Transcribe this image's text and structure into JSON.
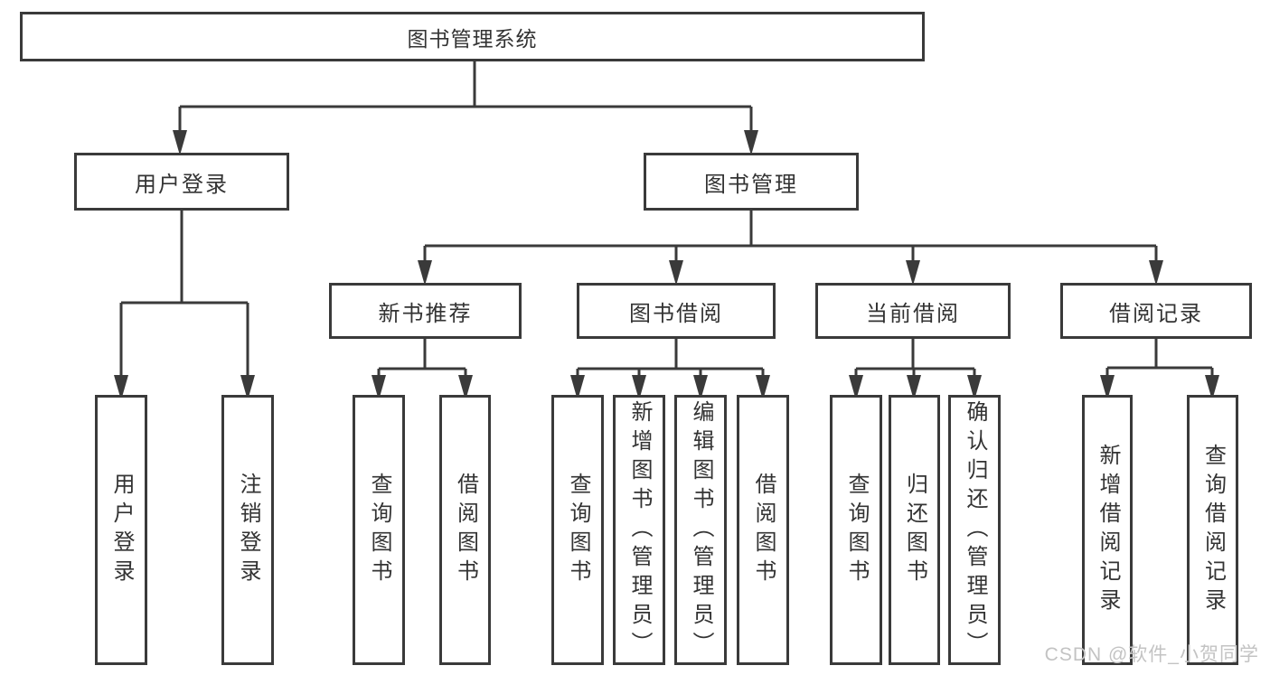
{
  "diagram": {
    "root": {
      "label": "图书管理系统",
      "children": [
        {
          "label": "用户登录",
          "children": [
            {
              "label": "用户登录"
            },
            {
              "label": "注销登录"
            }
          ]
        },
        {
          "label": "图书管理",
          "children": [
            {
              "label": "新书推荐",
              "children": [
                {
                  "label": "查询图书"
                },
                {
                  "label": "借阅图书"
                }
              ]
            },
            {
              "label": "图书借阅",
              "children": [
                {
                  "label": "查询图书"
                },
                {
                  "label": "新增图书（管理员）"
                },
                {
                  "label": "编辑图书（管理员）"
                },
                {
                  "label": "借阅图书"
                }
              ]
            },
            {
              "label": "当前借阅",
              "children": [
                {
                  "label": "查询图书"
                },
                {
                  "label": "归还图书"
                },
                {
                  "label": "确认归还（管理员）"
                }
              ]
            },
            {
              "label": "借阅记录",
              "children": [
                {
                  "label": "新增借阅记录"
                },
                {
                  "label": "查询借阅记录"
                }
              ]
            }
          ]
        }
      ]
    }
  },
  "watermark": {
    "text": "CSDN @软件_小贺同学"
  },
  "colors": {
    "line": "#3a3a3a",
    "text": "#333333",
    "watermark": "#c3c3c3",
    "background": "#ffffff"
  }
}
